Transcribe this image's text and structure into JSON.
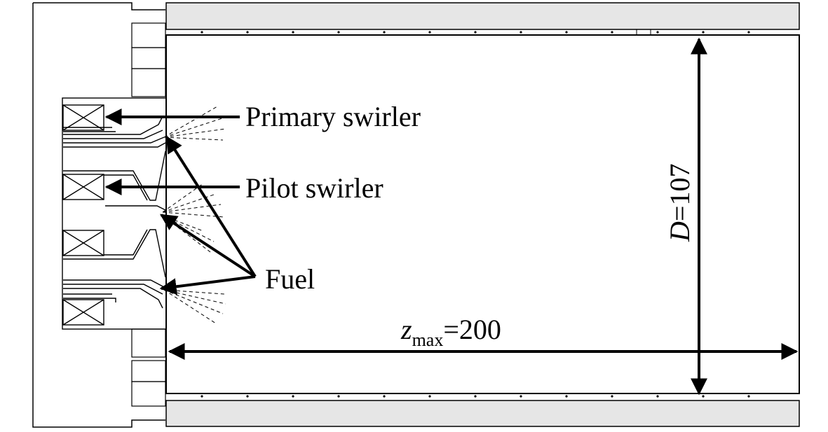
{
  "labels": {
    "primary_swirler": "Primary swirler",
    "pilot_swirler": "Pilot swirler",
    "fuel": "Fuel",
    "diameter_var": "D",
    "diameter_value": "=107",
    "length_var": "z",
    "length_sub": "max",
    "length_value": "=200"
  },
  "colors": {
    "line": "#000000",
    "liner_fill": "#e6e6e6",
    "background": "#ffffff"
  }
}
